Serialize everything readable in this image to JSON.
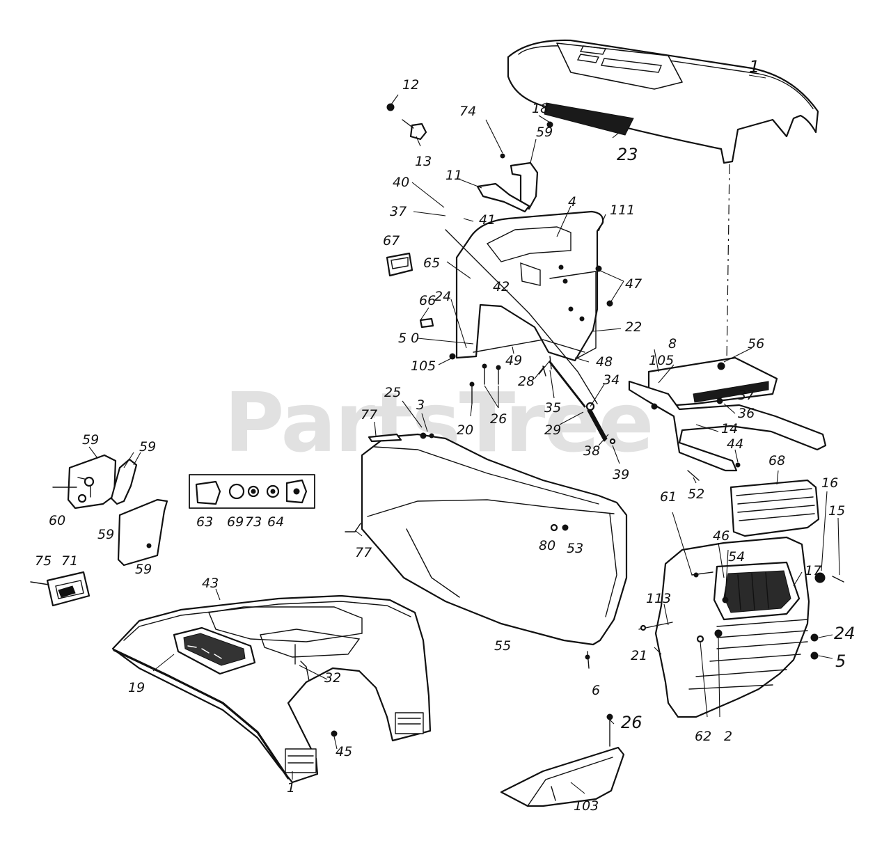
{
  "watermark": "PartsTree",
  "callouts": [
    {
      "id": "c-1a",
      "text": "1"
    },
    {
      "id": "c-12",
      "text": "12"
    },
    {
      "id": "c-13",
      "text": "13"
    },
    {
      "id": "c-74",
      "text": "74"
    },
    {
      "id": "c-18",
      "text": "18"
    },
    {
      "id": "c-59a",
      "text": "59"
    },
    {
      "id": "c-23",
      "text": "23"
    },
    {
      "id": "c-40",
      "text": "40"
    },
    {
      "id": "c-11",
      "text": "11"
    },
    {
      "id": "c-37a",
      "text": "37"
    },
    {
      "id": "c-41",
      "text": "41"
    },
    {
      "id": "c-4",
      "text": "4"
    },
    {
      "id": "c-111",
      "text": "111"
    },
    {
      "id": "c-67",
      "text": "67"
    },
    {
      "id": "c-65",
      "text": "65"
    },
    {
      "id": "c-42",
      "text": "42"
    },
    {
      "id": "c-47",
      "text": "47"
    },
    {
      "id": "c-66",
      "text": "66"
    },
    {
      "id": "c-24a",
      "text": "24"
    },
    {
      "id": "c-22",
      "text": "22"
    },
    {
      "id": "c-50",
      "text": "5 0"
    },
    {
      "id": "c-49",
      "text": "49"
    },
    {
      "id": "c-48",
      "text": "48"
    },
    {
      "id": "c-105a",
      "text": "105"
    },
    {
      "id": "c-28",
      "text": "28"
    },
    {
      "id": "c-8",
      "text": "8"
    },
    {
      "id": "c-105b",
      "text": "105"
    },
    {
      "id": "c-56",
      "text": "56"
    },
    {
      "id": "c-34",
      "text": "34"
    },
    {
      "id": "c-37b",
      "text": "37"
    },
    {
      "id": "c-20",
      "text": "20"
    },
    {
      "id": "c-26a",
      "text": "26"
    },
    {
      "id": "c-35",
      "text": "35"
    },
    {
      "id": "c-36",
      "text": "36"
    },
    {
      "id": "c-25",
      "text": "25"
    },
    {
      "id": "c-3",
      "text": "3"
    },
    {
      "id": "c-29",
      "text": "29"
    },
    {
      "id": "c-14",
      "text": "14"
    },
    {
      "id": "c-77a",
      "text": "77"
    },
    {
      "id": "c-38",
      "text": "38"
    },
    {
      "id": "c-44",
      "text": "44"
    },
    {
      "id": "c-59b",
      "text": "59"
    },
    {
      "id": "c-39",
      "text": "39"
    },
    {
      "id": "c-68",
      "text": "68"
    },
    {
      "id": "c-59c",
      "text": "59"
    },
    {
      "id": "c-52",
      "text": "52"
    },
    {
      "id": "c-16",
      "text": "16"
    },
    {
      "id": "c-15",
      "text": "15"
    },
    {
      "id": "c-61",
      "text": "61"
    },
    {
      "id": "c-60",
      "text": "60"
    },
    {
      "id": "c-63",
      "text": "63"
    },
    {
      "id": "c-69",
      "text": "69"
    },
    {
      "id": "c-73",
      "text": "73"
    },
    {
      "id": "c-64",
      "text": "64"
    },
    {
      "id": "c-59d",
      "text": "59"
    },
    {
      "id": "c-59e",
      "text": "59"
    },
    {
      "id": "c-80",
      "text": "80"
    },
    {
      "id": "c-53",
      "text": "53"
    },
    {
      "id": "c-46",
      "text": "46"
    },
    {
      "id": "c-77b",
      "text": "77"
    },
    {
      "id": "c-54",
      "text": "54"
    },
    {
      "id": "c-17",
      "text": "17"
    },
    {
      "id": "c-75",
      "text": "75"
    },
    {
      "id": "c-71",
      "text": "71"
    },
    {
      "id": "c-43",
      "text": "43"
    },
    {
      "id": "c-113",
      "text": "113"
    },
    {
      "id": "c-55",
      "text": "55"
    },
    {
      "id": "c-24b",
      "text": "24"
    },
    {
      "id": "c-21",
      "text": "21"
    },
    {
      "id": "c-5",
      "text": "5"
    },
    {
      "id": "c-19",
      "text": "19"
    },
    {
      "id": "c-32",
      "text": "32"
    },
    {
      "id": "c-6",
      "text": "6"
    },
    {
      "id": "c-26b",
      "text": "26"
    },
    {
      "id": "c-62",
      "text": "62"
    },
    {
      "id": "c-2",
      "text": "2"
    },
    {
      "id": "c-45",
      "text": "45"
    },
    {
      "id": "c-1b",
      "text": "1"
    },
    {
      "id": "c-103",
      "text": "103"
    }
  ]
}
